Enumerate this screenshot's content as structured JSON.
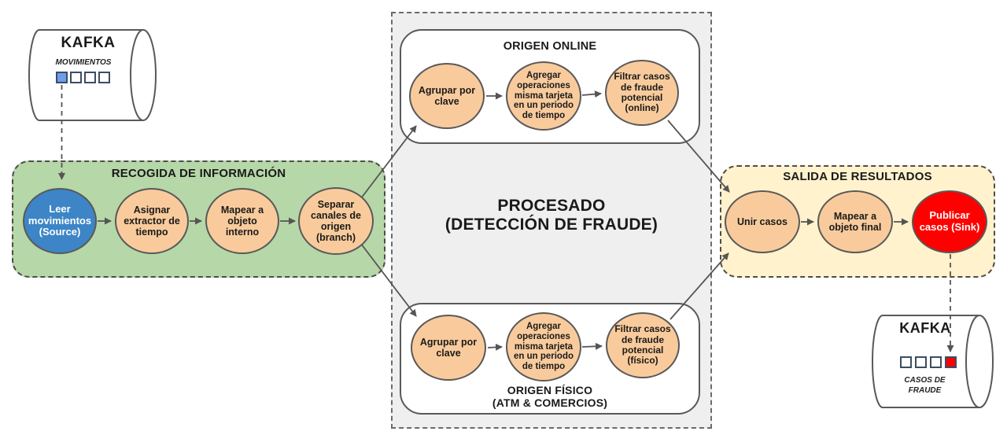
{
  "colors": {
    "ingest_fill": "#b6d7a8",
    "processing_fill": "#efefef",
    "output_fill": "#fff2cc",
    "node_fill": "#f9cb9c",
    "source_node_fill": "#3d85c6",
    "sink_node_fill": "#ff0000",
    "kafka_highlight_in": "#6d9eeb",
    "kafka_highlight_out": "#ff0000",
    "connector": "#555555"
  },
  "kafka_input": {
    "title": "KAFKA",
    "topic": "MOVIMIENTOS",
    "cells": [
      "#6d9eeb",
      "#ffffff",
      "#ffffff",
      "#ffffff"
    ]
  },
  "kafka_output": {
    "title": "KAFKA",
    "topic": "CASOS DE FRAUDE",
    "cells": [
      "#ffffff",
      "#ffffff",
      "#ffffff",
      "#ff0000"
    ]
  },
  "sections": {
    "ingest": {
      "title": "RECOGIDA DE INFORMACIÓN"
    },
    "processing": {
      "title_line1": "PROCESADO",
      "title_line2": "(DETECCIÓN DE FRAUDE)"
    },
    "online": {
      "title": "ORIGEN ONLINE"
    },
    "physical": {
      "title_line1": "ORIGEN FÍSICO",
      "title_line2": "(ATM & COMERCIOS)"
    },
    "output": {
      "title": "SALIDA DE RESULTADOS"
    }
  },
  "nodes": {
    "source": {
      "label": "Leer movimientos (Source)"
    },
    "assign_extractor": {
      "label": "Asignar extractor de tiempo"
    },
    "map_internal": {
      "label": "Mapear a objeto interno"
    },
    "split_channels": {
      "label": "Separar canales de origen (branch)"
    },
    "online_group": {
      "label": "Agrupar por clave"
    },
    "online_aggregate": {
      "label": "Agregar operaciones misma tarjeta en un periodo de tiempo"
    },
    "online_filter": {
      "label": "Filtrar casos de fraude potencial (online)"
    },
    "physical_group": {
      "label": "Agrupar por clave"
    },
    "physical_aggregate": {
      "label": "Agregar operaciones misma tarjeta en un periodo de tiempo"
    },
    "physical_filter": {
      "label": "Filtrar casos de fraude potencial (físico)"
    },
    "join_cases": {
      "label": "Unir casos"
    },
    "map_final": {
      "label": "Mapear a objeto final"
    },
    "publish": {
      "label": "Publicar casos (Sink)"
    }
  }
}
